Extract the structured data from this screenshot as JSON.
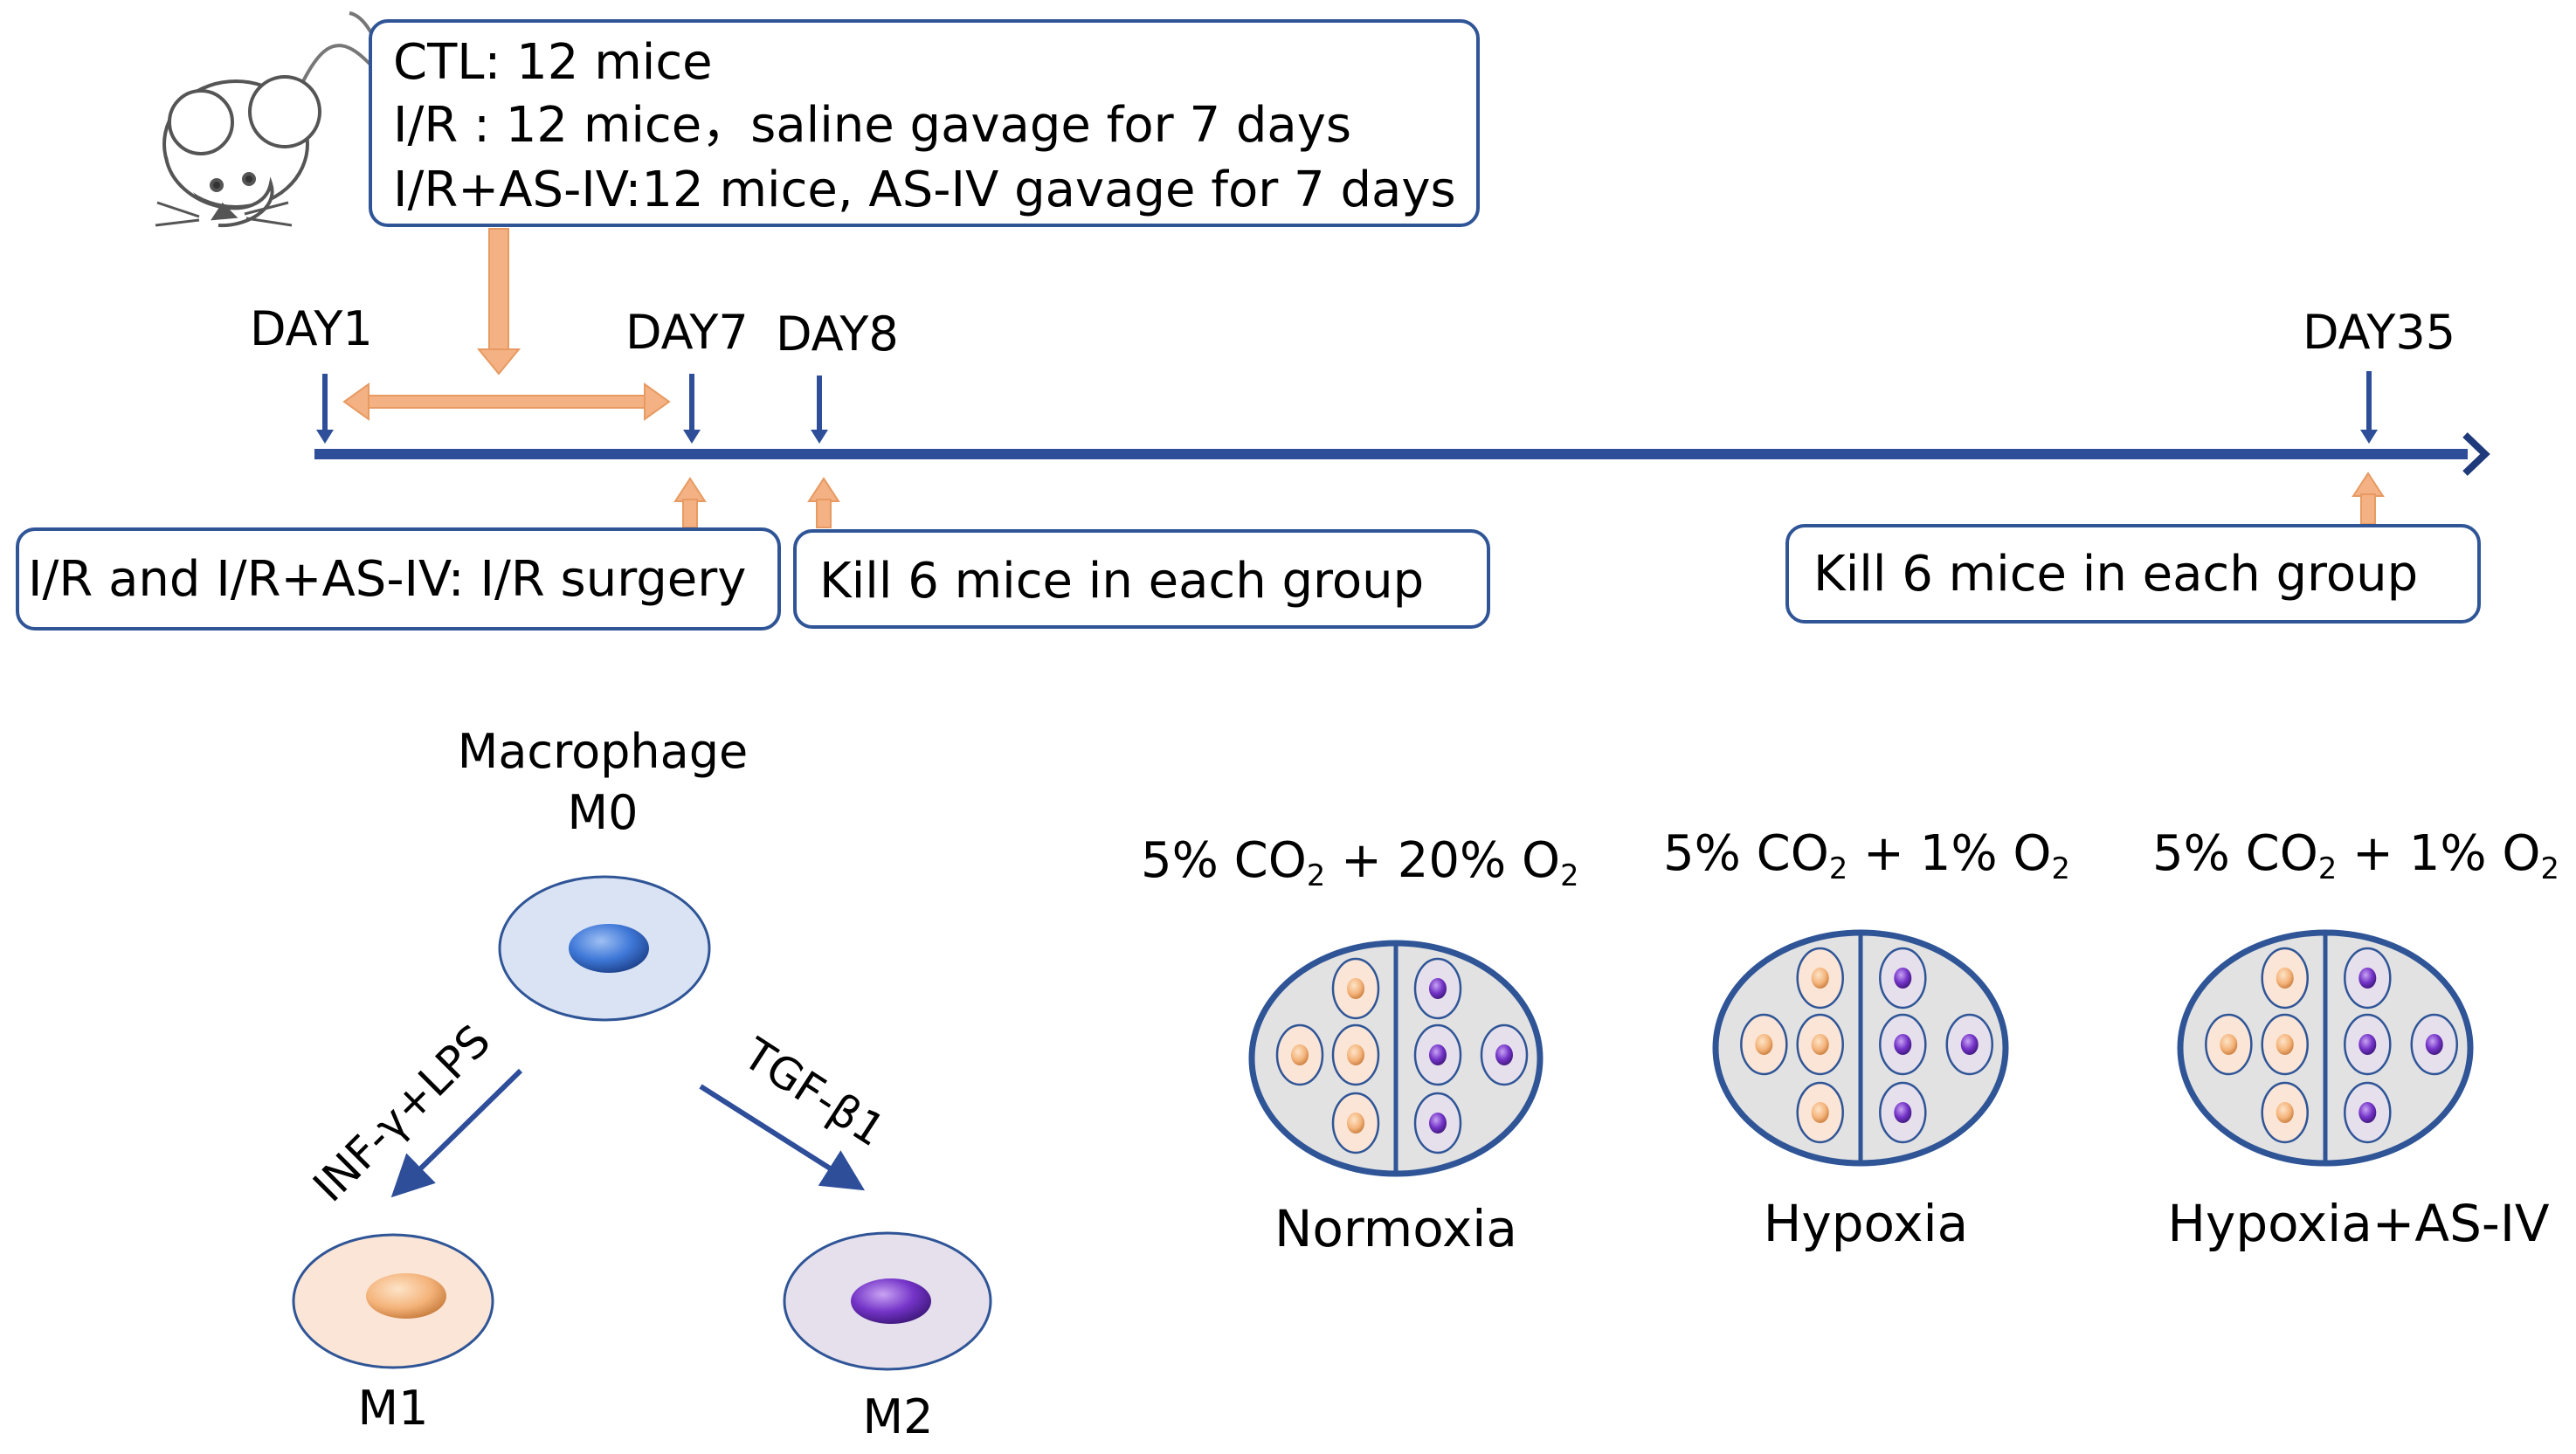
{
  "protocol": {
    "lines": [
      "CTL: 12 mice",
      "I/R : 12 mice，saline gavage for 7 days",
      "I/R+AS-IV:12 mice, AS-IV gavage for 7 days"
    ]
  },
  "timeline": {
    "days": [
      "DAY1",
      "DAY7",
      "DAY8",
      "DAY35"
    ],
    "surgery_box": "I/R and I/R+AS-IV: I/R surgery",
    "kill_box_1": "Kill 6 mice in each group",
    "kill_box_2": "Kill 6 mice in each group"
  },
  "macrophage": {
    "title_line1": "Macrophage",
    "title_line2": "M0",
    "left_treatment": "INF-γ+LPS",
    "right_treatment": "TGF-β1",
    "m1_label": "M1",
    "m2_label": "M2"
  },
  "conditions": [
    {
      "co2_prefix": "5% CO",
      "co2_sub": "2",
      "o2_prefix": " + 20% O",
      "o2_sub": "2",
      "label": "Normoxia"
    },
    {
      "co2_prefix": "5% CO",
      "co2_sub": "2",
      "o2_prefix": " + 1% O",
      "o2_sub": "2",
      "label": "Hypoxia"
    },
    {
      "co2_prefix": "5% CO",
      "co2_sub": "2",
      "o2_prefix": " + 1% O",
      "o2_sub": "2",
      "label": "Hypoxia+AS-IV"
    }
  ],
  "colors": {
    "blue_dark": "#2f5597",
    "blue_line": "#2e4e9a",
    "orange_arrow": "#f4b183",
    "m0_fill": "#dae3f3",
    "m1_fill": "#fbe5d6",
    "m2_fill": "#e6e0ec",
    "dish_fill": "#e2e2e2"
  }
}
